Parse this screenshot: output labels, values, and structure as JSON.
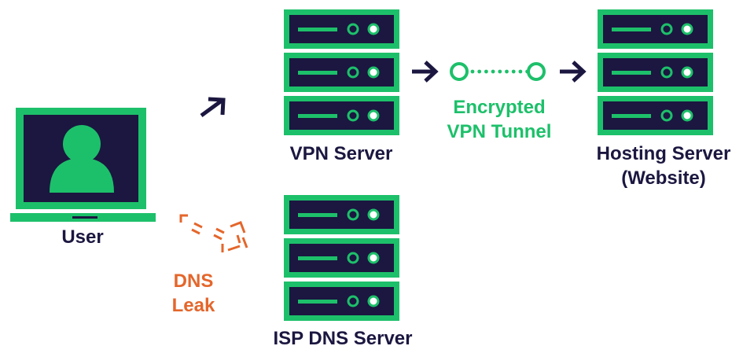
{
  "colors": {
    "green": "#1dc06a",
    "dark": "#1b1740",
    "orange": "#e4662b",
    "background": "#ffffff"
  },
  "nodes": {
    "user": {
      "label": "User",
      "icon": "laptop-user-icon"
    },
    "vpn_server": {
      "label": "VPN Server",
      "icon": "server-rack-icon"
    },
    "hosting_server": {
      "line1": "Hosting Server",
      "line2": "(Website)",
      "icon": "server-rack-icon"
    },
    "isp_dns_server": {
      "label": "ISP DNS Server",
      "icon": "server-rack-icon"
    }
  },
  "tunnel": {
    "line1": "Encrypted",
    "line2": "VPN Tunnel",
    "icon": "dotted-tunnel-icon"
  },
  "dns_leak": {
    "line1": "DNS",
    "line2": "Leak",
    "icon": "dashed-leak-arrow-icon"
  }
}
